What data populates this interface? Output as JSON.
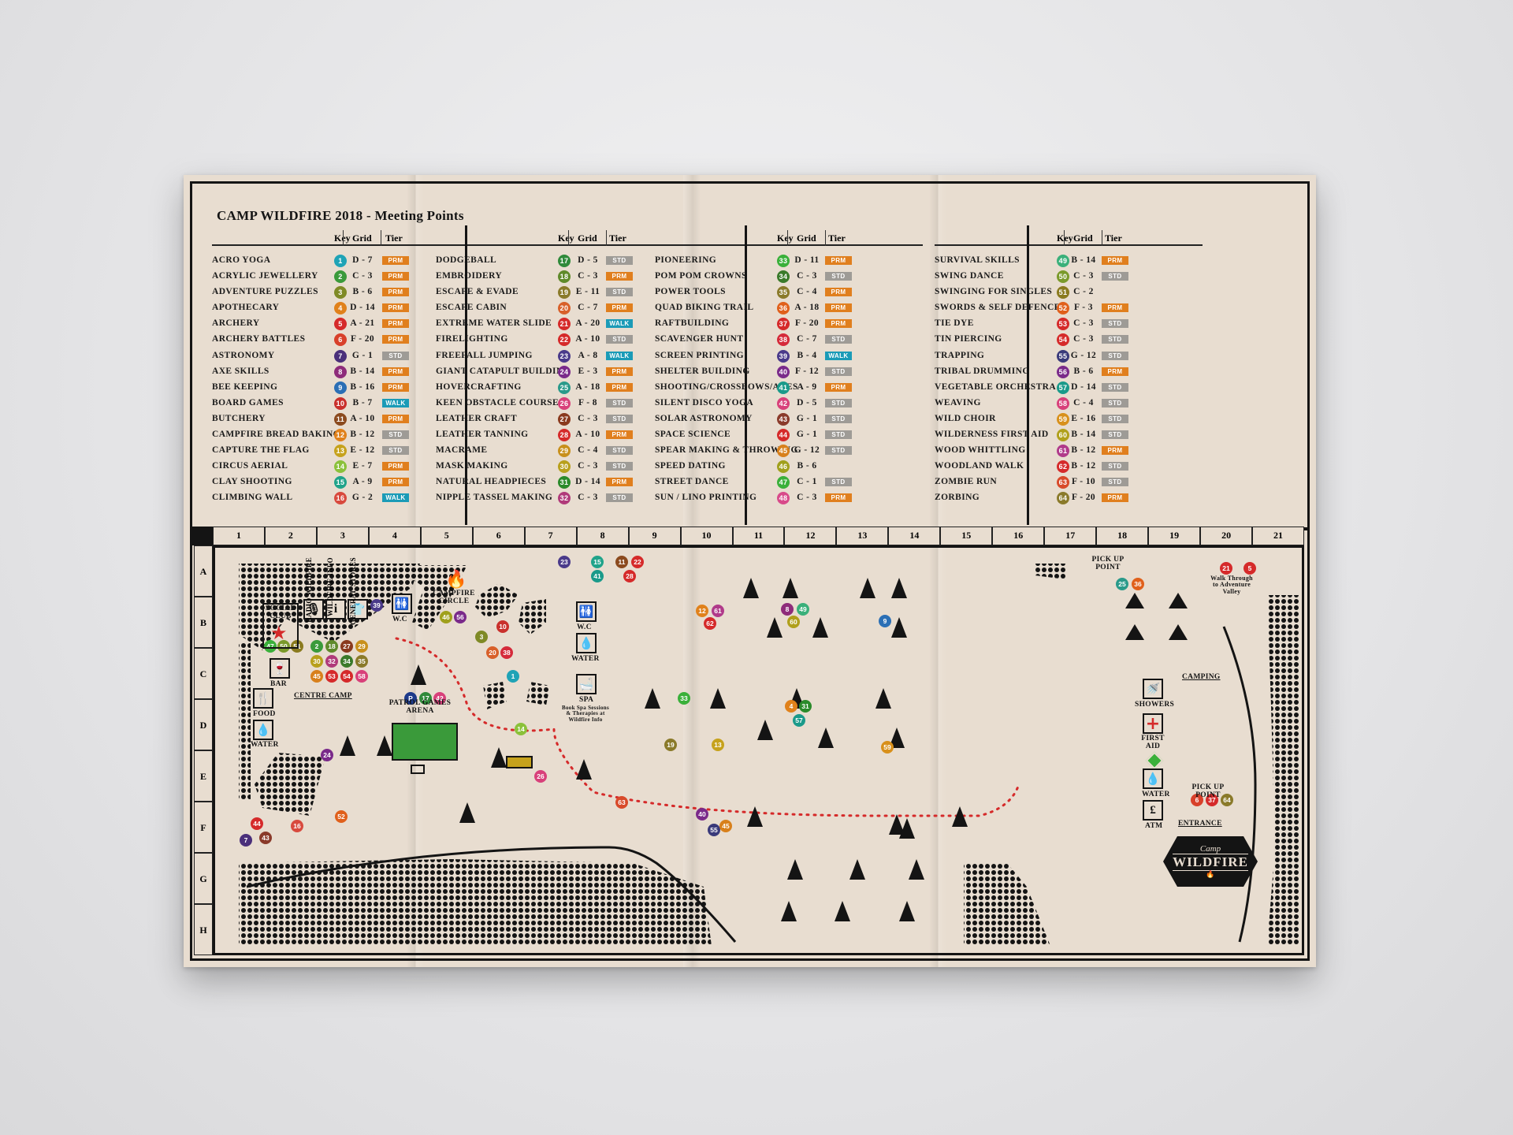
{
  "poster": {
    "title": "CAMP WILDFIRE 2018 - Meeting Points",
    "header_key": "Key",
    "header_grid": "Grid",
    "header_tier": "Tier"
  },
  "tier_colors": {
    "PRM": "#e07f1e",
    "STD": "#9e9b96",
    "WALK": "#1b9bb7"
  },
  "columns": [
    [
      {
        "n": "ACRO YOGA",
        "k": "1",
        "g": "D - 7",
        "t": "PRM",
        "c": "#1fa3b6"
      },
      {
        "n": "ACRYLIC JEWELLERY",
        "k": "2",
        "g": "C - 3",
        "t": "PRM",
        "c": "#3a9a3a"
      },
      {
        "n": "ADVENTURE PUZZLES",
        "k": "3",
        "g": "B - 6",
        "t": "PRM",
        "c": "#7f8a26"
      },
      {
        "n": "APOTHECARY",
        "k": "4",
        "g": "D - 14",
        "t": "PRM",
        "c": "#e0811b"
      },
      {
        "n": "ARCHERY",
        "k": "5",
        "g": "A - 21",
        "t": "PRM",
        "c": "#d52a2a"
      },
      {
        "n": "ARCHERY BATTLES",
        "k": "6",
        "g": "F - 20",
        "t": "PRM",
        "c": "#d8402a"
      },
      {
        "n": "ASTRONOMY",
        "k": "7",
        "g": "G - 1",
        "t": "STD",
        "c": "#4a2f7a"
      },
      {
        "n": "AXE SKILLS",
        "k": "8",
        "g": "B - 14",
        "t": "PRM",
        "c": "#8e2c7a"
      },
      {
        "n": "BEE KEEPING",
        "k": "9",
        "g": "B - 16",
        "t": "PRM",
        "c": "#2b6fb5"
      },
      {
        "n": "BOARD GAMES",
        "k": "10",
        "g": "B - 7",
        "t": "WALK",
        "c": "#c9302c"
      },
      {
        "n": "BUTCHERY",
        "k": "11",
        "g": "A - 10",
        "t": "PRM",
        "c": "#8b4a1e"
      },
      {
        "n": "CAMPFIRE BREAD BAKING",
        "k": "12",
        "g": "B - 12",
        "t": "STD",
        "c": "#e0811b"
      },
      {
        "n": "CAPTURE THE FLAG",
        "k": "13",
        "g": "E - 12",
        "t": "STD",
        "c": "#c6a21c"
      },
      {
        "n": "CIRCUS AERIAL",
        "k": "14",
        "g": "E - 7",
        "t": "PRM",
        "c": "#8bc13a"
      },
      {
        "n": "CLAY SHOOTING",
        "k": "15",
        "g": "A - 9",
        "t": "PRM",
        "c": "#20a38a"
      },
      {
        "n": "CLIMBING WALL",
        "k": "16",
        "g": "G - 2",
        "t": "WALK",
        "c": "#d84a3e"
      }
    ],
    [
      {
        "n": "DODGEBALL",
        "k": "17",
        "g": "D - 5",
        "t": "STD",
        "c": "#2f8a3a"
      },
      {
        "n": "EMBROIDERY",
        "k": "18",
        "g": "C - 3",
        "t": "PRM",
        "c": "#5f8a2a"
      },
      {
        "n": "ESCAPE & EVADE",
        "k": "19",
        "g": "E - 11",
        "t": "STD",
        "c": "#8a7a2a"
      },
      {
        "n": "ESCAPE CABIN",
        "k": "20",
        "g": "C - 7",
        "t": "PRM",
        "c": "#d8602a"
      },
      {
        "n": "EXTREME WATER SLIDE",
        "k": "21",
        "g": "A - 20",
        "t": "WALK",
        "c": "#d52a2a"
      },
      {
        "n": "FIRELIGHTING",
        "k": "22",
        "g": "A - 10",
        "t": "STD",
        "c": "#d52a2a"
      },
      {
        "n": "FREEFALL JUMPING",
        "k": "23",
        "g": "A - 8",
        "t": "WALK",
        "c": "#4a3a8a"
      },
      {
        "n": "GIANT CATAPULT BUILDING",
        "k": "24",
        "g": "E - 3",
        "t": "PRM",
        "c": "#7a2a8a"
      },
      {
        "n": "HOVERCRAFTING",
        "k": "25",
        "g": "A - 18",
        "t": "PRM",
        "c": "#2a9a8a"
      },
      {
        "n": "KEEN OBSTACLE COURSE",
        "k": "26",
        "g": "F - 8",
        "t": "STD",
        "c": "#d8407a"
      },
      {
        "n": "LEATHER CRAFT",
        "k": "27",
        "g": "C - 3",
        "t": "STD",
        "c": "#8a3a1e"
      },
      {
        "n": "LEATHER TANNING",
        "k": "28",
        "g": "A - 10",
        "t": "PRM",
        "c": "#d52a2a"
      },
      {
        "n": "MACRAME",
        "k": "29",
        "g": "C - 4",
        "t": "STD",
        "c": "#c8901c"
      },
      {
        "n": "MASK MAKING",
        "k": "30",
        "g": "C - 3",
        "t": "STD",
        "c": "#b8a01c"
      },
      {
        "n": "NATURAL HEADPIECES",
        "k": "31",
        "g": "D - 14",
        "t": "PRM",
        "c": "#2a8a2a"
      },
      {
        "n": "NIPPLE TASSEL MAKING",
        "k": "32",
        "g": "C - 3",
        "t": "STD",
        "c": "#b03a7a"
      }
    ],
    [
      {
        "n": "PIONEERING",
        "k": "33",
        "g": "D - 11",
        "t": "PRM",
        "c": "#3ab03a"
      },
      {
        "n": "POM POM CROWNS",
        "k": "34",
        "g": "C - 3",
        "t": "STD",
        "c": "#3a7a2a"
      },
      {
        "n": "POWER TOOLS",
        "k": "35",
        "g": "C - 4",
        "t": "PRM",
        "c": "#8a7a2a"
      },
      {
        "n": "QUAD BIKING TRAIL",
        "k": "36",
        "g": "A - 18",
        "t": "PRM",
        "c": "#e0601b"
      },
      {
        "n": "RAFTBUILDING",
        "k": "37",
        "g": "F - 20",
        "t": "PRM",
        "c": "#d52a2a"
      },
      {
        "n": "SCAVENGER HUNT",
        "k": "38",
        "g": "C - 7",
        "t": "STD",
        "c": "#d52a3a"
      },
      {
        "n": "SCREEN PRINTING",
        "k": "39",
        "g": "B - 4",
        "t": "WALK",
        "c": "#4a3a8a"
      },
      {
        "n": "SHELTER BUILDING",
        "k": "40",
        "g": "F - 12",
        "t": "STD",
        "c": "#7a2a8a"
      },
      {
        "n": "SHOOTING/CROSSBOWS/AXES",
        "k": "41",
        "g": "A - 9",
        "t": "PRM",
        "c": "#1a9a8a"
      },
      {
        "n": "SILENT DISCO YOGA",
        "k": "42",
        "g": "D - 5",
        "t": "STD",
        "c": "#d8407a"
      },
      {
        "n": "SOLAR ASTRONOMY",
        "k": "43",
        "g": "G - 1",
        "t": "STD",
        "c": "#8a3a2a"
      },
      {
        "n": "SPACE SCIENCE",
        "k": "44",
        "g": "G - 1",
        "t": "STD",
        "c": "#d52a2a"
      },
      {
        "n": "SPEAR MAKING & THROWING",
        "k": "45",
        "g": "G - 12",
        "t": "STD",
        "c": "#d8801b"
      },
      {
        "n": "SPEED DATING",
        "k": "46",
        "g": "B - 6",
        "t": "",
        "c": "#a0a01c"
      },
      {
        "n": "STREET DANCE",
        "k": "47",
        "g": "C - 1",
        "t": "STD",
        "c": "#3ab03a"
      },
      {
        "n": "SUN / LINO PRINTING",
        "k": "48",
        "g": "C - 3",
        "t": "PRM",
        "c": "#d84a8a"
      }
    ],
    [
      {
        "n": "SURVIVAL SKILLS",
        "k": "49",
        "g": "B - 14",
        "t": "PRM",
        "c": "#3ab07a"
      },
      {
        "n": "SWING DANCE",
        "k": "50",
        "g": "C - 3",
        "t": "STD",
        "c": "#7a9a2a"
      },
      {
        "n": "SWINGING FOR SINGLES",
        "k": "51",
        "g": "C - 2",
        "t": "",
        "c": "#8a7a1e"
      },
      {
        "n": "SWORDS & SELF DEFENCE",
        "k": "52",
        "g": "F - 3",
        "t": "PRM",
        "c": "#e0601b"
      },
      {
        "n": "TIE DYE",
        "k": "53",
        "g": "C - 3",
        "t": "STD",
        "c": "#d52a2a"
      },
      {
        "n": "TIN PIERCING",
        "k": "54",
        "g": "C - 3",
        "t": "STD",
        "c": "#d52a2a"
      },
      {
        "n": "TRAPPING",
        "k": "55",
        "g": "G - 12",
        "t": "STD",
        "c": "#3a3a7a"
      },
      {
        "n": "TRIBAL DRUMMING",
        "k": "56",
        "g": "B - 6",
        "t": "PRM",
        "c": "#7a2a8a"
      },
      {
        "n": "VEGETABLE ORCHESTRA",
        "k": "57",
        "g": "D - 14",
        "t": "STD",
        "c": "#1a9a8a"
      },
      {
        "n": "WEAVING",
        "k": "58",
        "g": "C - 4",
        "t": "STD",
        "c": "#d8407a"
      },
      {
        "n": "WILD CHOIR",
        "k": "59",
        "g": "E - 16",
        "t": "STD",
        "c": "#d8901b"
      },
      {
        "n": "WILDERNESS FIRST AID",
        "k": "60",
        "g": "B - 14",
        "t": "STD",
        "c": "#b0a01c"
      },
      {
        "n": "WOOD WHITTLING",
        "k": "61",
        "g": "B - 12",
        "t": "PRM",
        "c": "#b03a8a"
      },
      {
        "n": "WOODLAND WALK",
        "k": "62",
        "g": "B - 12",
        "t": "STD",
        "c": "#d52a2a"
      },
      {
        "n": "ZOMBIE RUN",
        "k": "63",
        "g": "F - 10",
        "t": "STD",
        "c": "#d84a2a"
      },
      {
        "n": "ZORBING",
        "k": "64",
        "g": "F - 20",
        "t": "PRM",
        "c": "#8a7a2a"
      }
    ]
  ],
  "grid_cols": [
    "1",
    "2",
    "3",
    "4",
    "5",
    "6",
    "7",
    "8",
    "9",
    "10",
    "11",
    "12",
    "13",
    "14",
    "15",
    "16",
    "17",
    "18",
    "19",
    "20",
    "21"
  ],
  "grid_rows": [
    "A",
    "B",
    "C",
    "D",
    "E",
    "F",
    "G",
    "H"
  ],
  "labels": {
    "social_club": "SOCIAL CLUB",
    "bar": "BAR",
    "radio": "RADIO WILDFIRE",
    "info": "WILDFIRE INFO",
    "stores": "GENERAL STORES",
    "wc1": "W.C",
    "campfire": "CAMPFIRE CIRCLE",
    "wc2": "W.C",
    "water1": "WATER",
    "spa": "SPA",
    "spa_note": "Book Spa Sessions & Therapies at Wildfire Info",
    "centre_camp": "CENTRE CAMP",
    "food": "FOOD",
    "water2": "WATER",
    "patrol": "PATROL GAMES ARENA",
    "pickup1": "PICK UP POINT",
    "walk_through": "Walk Through to Adventure Valley",
    "camping": "CAMPING",
    "showers": "SHOWERS",
    "first_aid": "FIRST AID",
    "water3": "WATER",
    "atm": "ATM",
    "pickup2": "PICK UP POINT",
    "entrance": "ENTRANCE",
    "logo_small": "Camp",
    "logo_big": "WILDFIRE"
  }
}
